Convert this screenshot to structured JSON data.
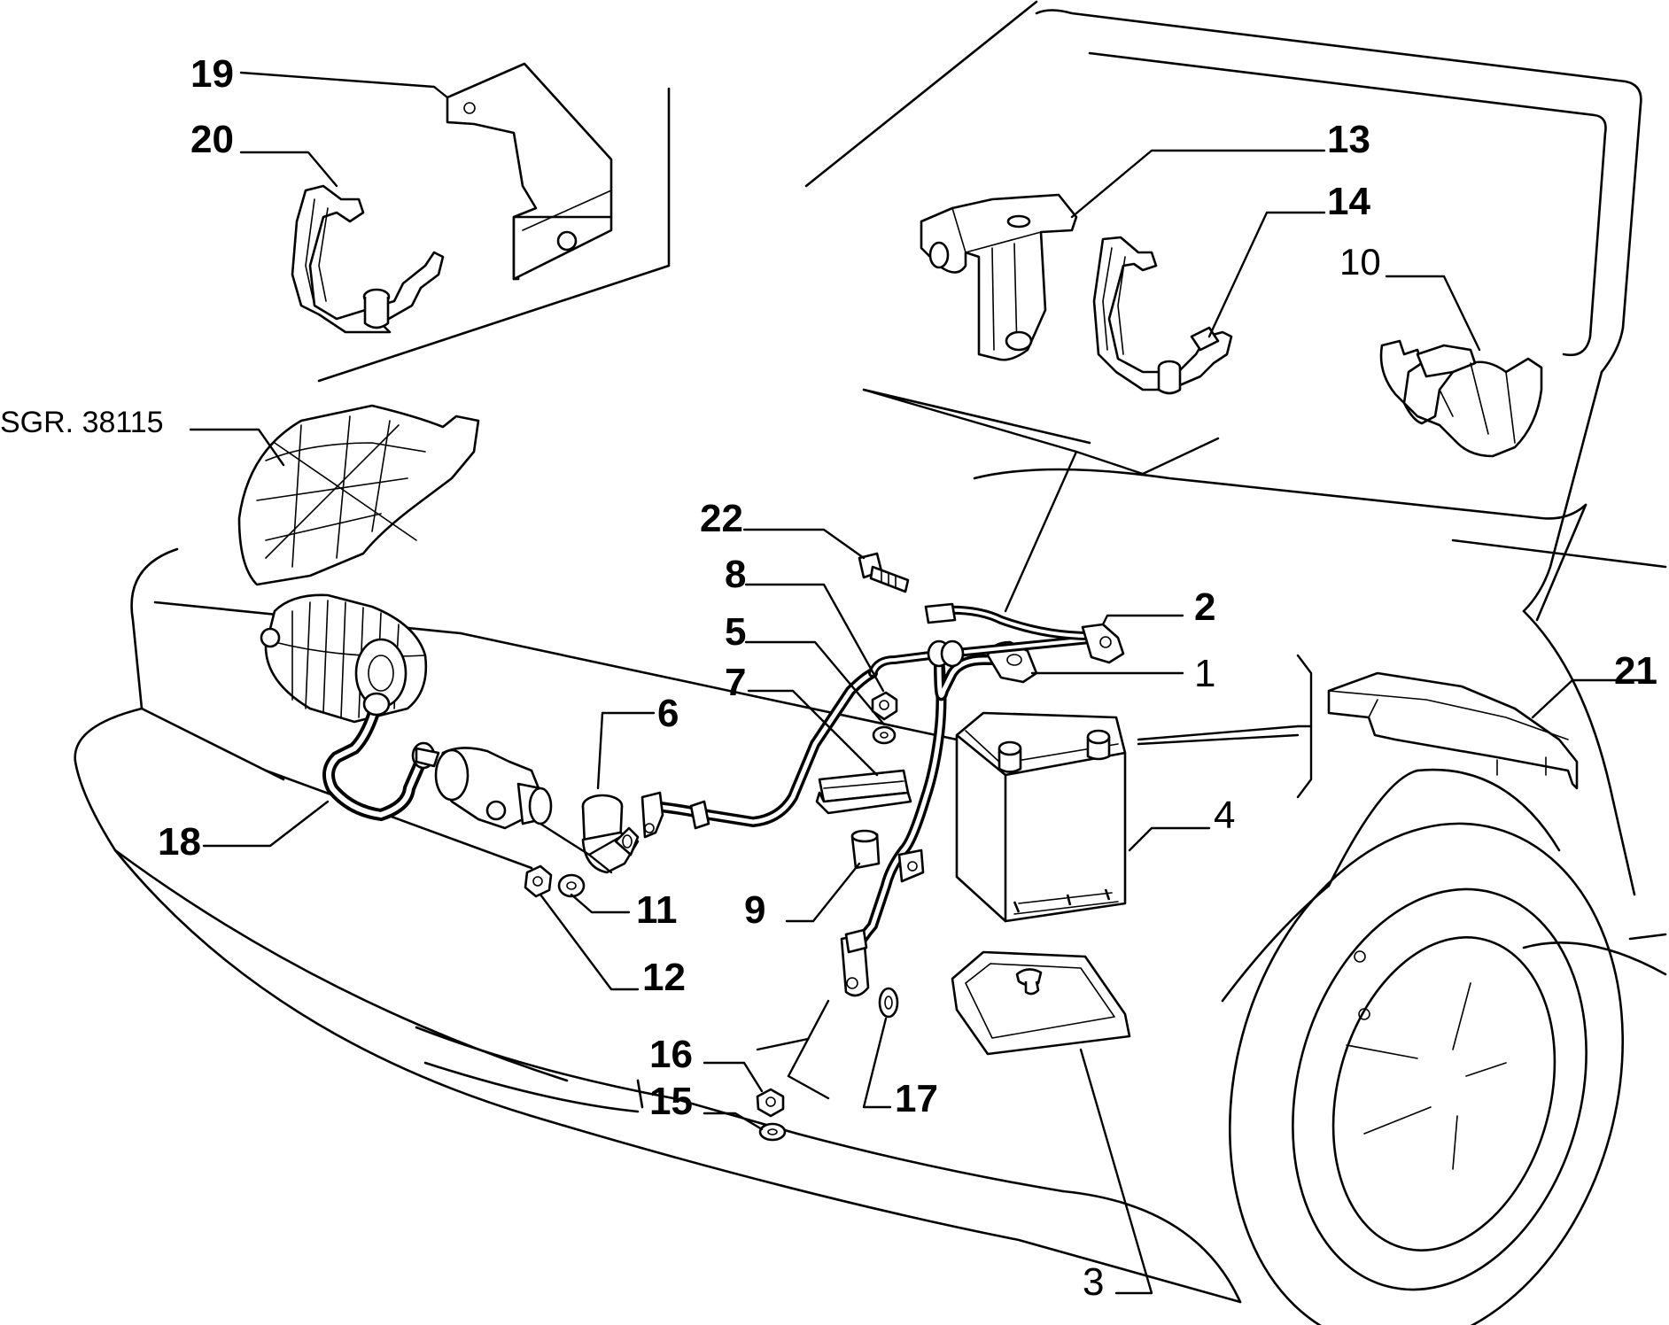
{
  "callouts": {
    "c1": "1",
    "c2": "2",
    "c3": "3",
    "c4": "4",
    "c5": "5",
    "c6": "6",
    "c7": "7",
    "c8": "8",
    "c9": "9",
    "c10": "10",
    "c11": "11",
    "c12": "12",
    "c13": "13",
    "c14": "14",
    "c15": "15",
    "c16": "16",
    "c17": "17",
    "c18": "18",
    "c19": "19",
    "c20": "20",
    "c21": "21",
    "c22": "22",
    "ref": "SGR. 38115"
  }
}
